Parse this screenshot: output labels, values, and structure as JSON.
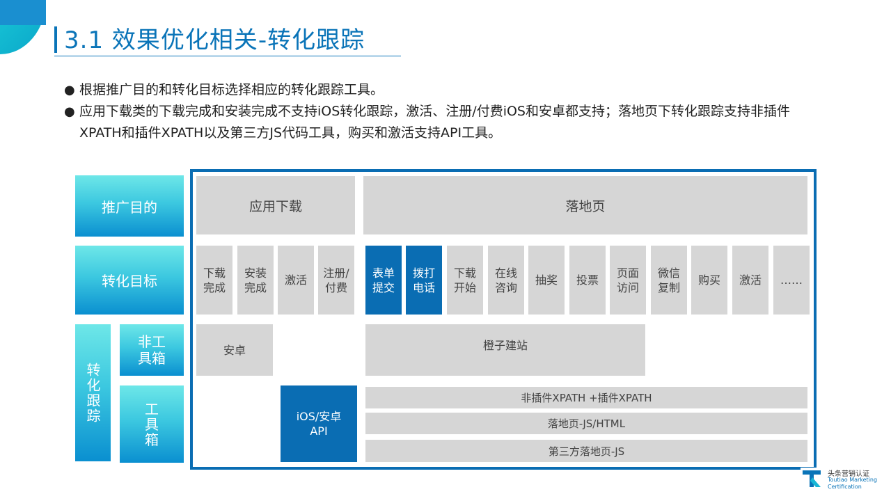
{
  "header": {
    "title": "3.1 效果优化相关-转化跟踪"
  },
  "bullets": [
    "根据推广目的和转化目标选择相应的转化跟踪工具。",
    "应用下载类的下载完成和安装完成不支持iOS转化跟踪，激活、注册/付费iOS和安卓都支持；落地页下转化跟踪支持非插件XPATH和插件XPATH以及第三方JS代码工具，购买和激活支持API工具。"
  ],
  "diagram": {
    "left_labels": {
      "purpose": "推广目的",
      "goal": "转化目标",
      "tracking": "转化跟踪",
      "non_tool": "非工\n具箱",
      "tool": "工\n具\n箱"
    },
    "purposes": {
      "app": "应用下载",
      "landing": "落地页"
    },
    "goals": [
      {
        "label": "下载\n完成",
        "style": "gray"
      },
      {
        "label": "安装\n完成",
        "style": "gray"
      },
      {
        "label": "激活",
        "style": "gray"
      },
      {
        "label": "注册/\n付费",
        "style": "gray"
      },
      {
        "label": "表单\n提交",
        "style": "blue"
      },
      {
        "label": "拨打\n电话",
        "style": "blue"
      },
      {
        "label": "下载\n开始",
        "style": "gray"
      },
      {
        "label": "在线\n咨询",
        "style": "gray"
      },
      {
        "label": "抽奖",
        "style": "gray"
      },
      {
        "label": "投票",
        "style": "gray"
      },
      {
        "label": "页面\n访问",
        "style": "gray"
      },
      {
        "label": "微信\n复制",
        "style": "gray"
      },
      {
        "label": "购买",
        "style": "gray"
      },
      {
        "label": "激活",
        "style": "gray"
      },
      {
        "label": "……",
        "style": "gray"
      }
    ],
    "non_tool_items": {
      "android": "安卓",
      "orange_site": "橙子建站"
    },
    "tool_items": {
      "api": "iOS/安卓\nAPI",
      "xpath": "非插件XPATH +插件XPATH",
      "js_html": "落地页-JS/HTML",
      "third_party_js": "第三方落地页-JS"
    }
  },
  "branding": {
    "name_cn": "头条营销认证",
    "name_en": "Toutiao Marketing Certification"
  }
}
